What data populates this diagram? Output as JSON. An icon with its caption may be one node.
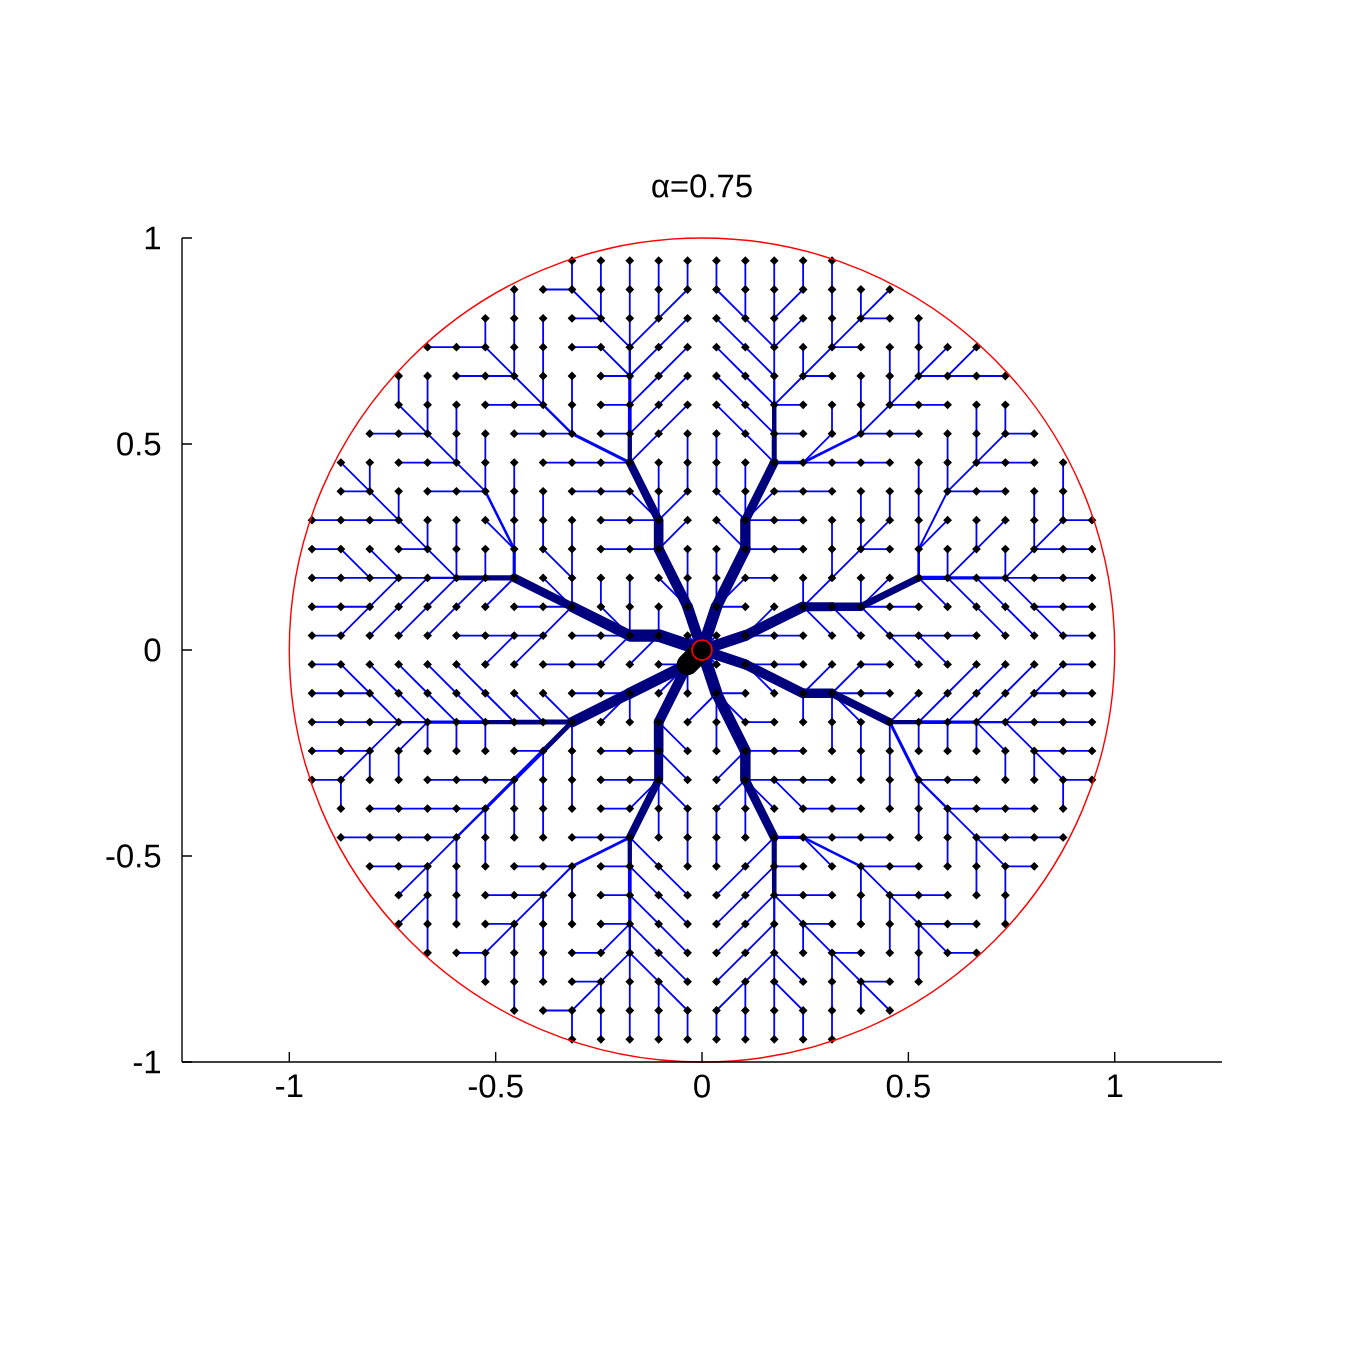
{
  "diagram": {
    "chart_data": {
      "type": "line",
      "title": "α=0.75",
      "xlim": [
        -1.26,
        1.26
      ],
      "ylim": [
        -1,
        1
      ],
      "xticks": [
        -1,
        -0.5,
        0,
        0.5,
        1
      ],
      "yticks": [
        -1,
        -0.5,
        0,
        0.5,
        1
      ]
    }
  }
}
